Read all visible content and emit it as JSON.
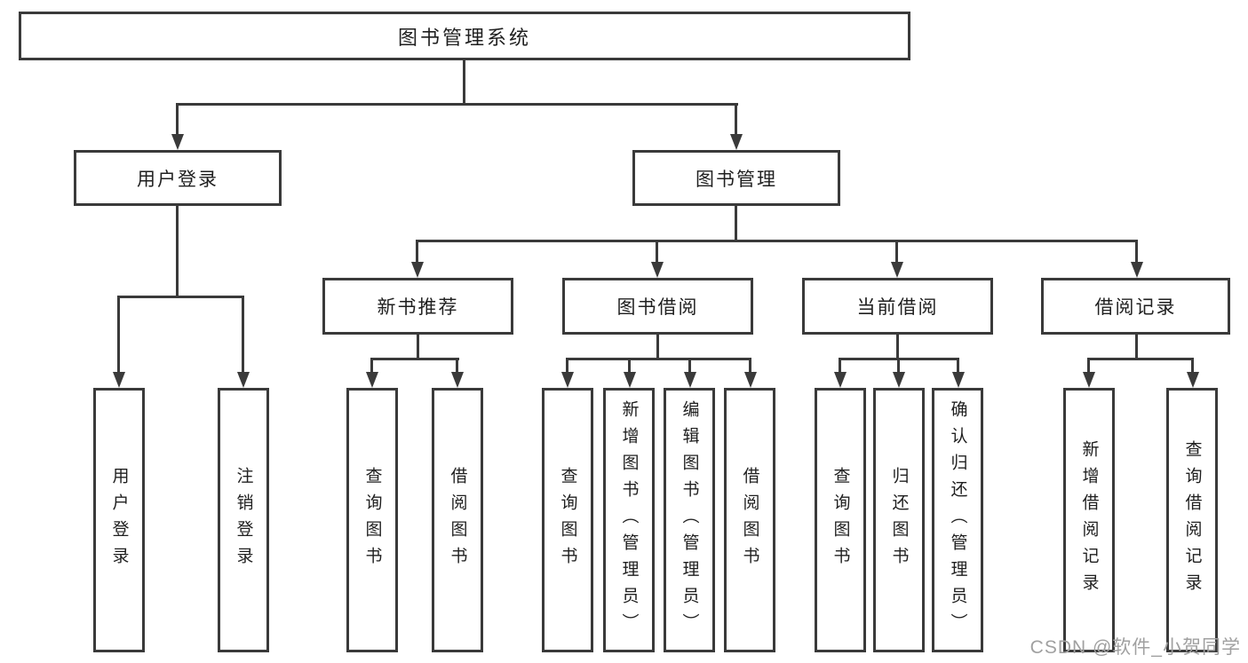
{
  "diagram": {
    "root": {
      "label": "图书管理系统"
    },
    "level2": [
      {
        "label": "用户登录"
      },
      {
        "label": "图书管理"
      }
    ],
    "level3": [
      {
        "label": "新书推荐"
      },
      {
        "label": "图书借阅"
      },
      {
        "label": "当前借阅"
      },
      {
        "label": "借阅记录"
      }
    ],
    "leaves": {
      "user_login": [
        "用户登录",
        "注销登录"
      ],
      "new_books": [
        "查询图书",
        "借阅图书"
      ],
      "book_borrow": [
        "查询图书",
        "新增图书（管理员）",
        "编辑图书（管理员）",
        "借阅图书"
      ],
      "current_borrow": [
        "查询图书",
        "归还图书",
        "确认归还（管理员）"
      ],
      "borrow_records": [
        "新增借阅记录",
        "查询借阅记录"
      ]
    }
  },
  "watermark": {
    "text": "CSDN @软件_小贺同学"
  },
  "colors": {
    "line": "#3a3a3a",
    "text": "#1f1f1f",
    "watermark": "#a0a0a0"
  }
}
